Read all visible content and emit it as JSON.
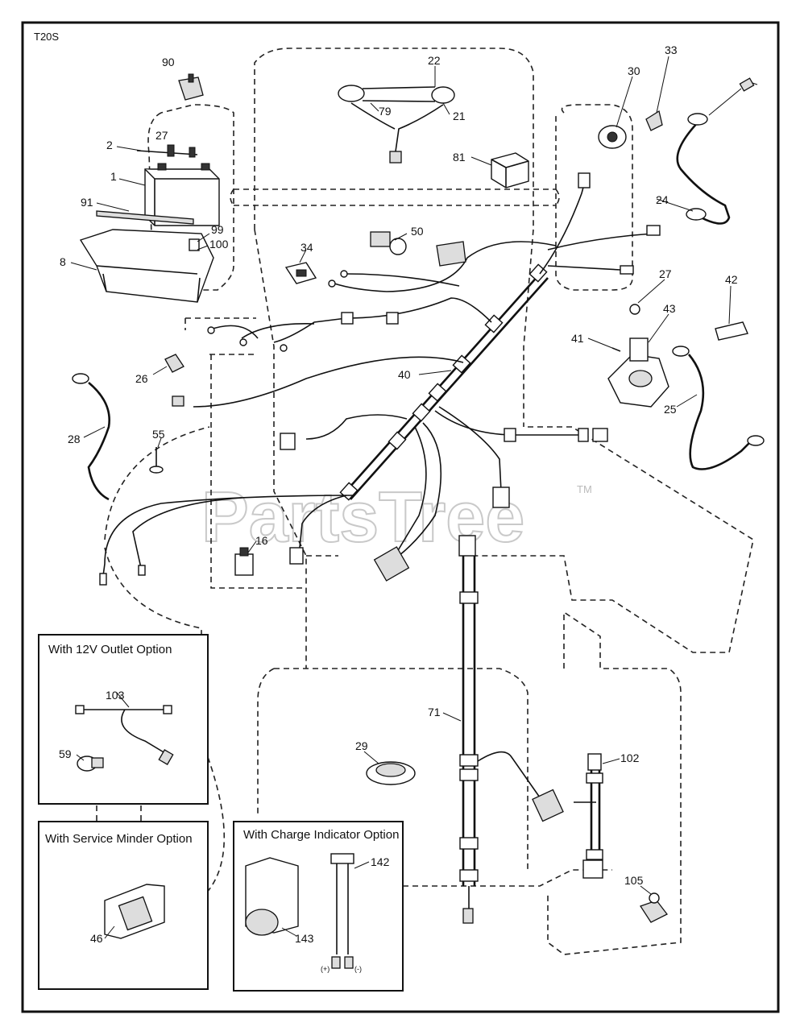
{
  "model_code": "T20S",
  "watermark": "PartsTree",
  "trademark": "TM",
  "option_boxes": {
    "outlet": "With 12V Outlet Option",
    "service_minder": "With Service Minder Option",
    "charge_indicator": "With Charge Indicator Option"
  },
  "callouts": {
    "p90": "90",
    "p22": "22",
    "p30": "30",
    "p33": "33",
    "p27a": "27",
    "p2": "2",
    "p79": "79",
    "p21": "21",
    "p1": "1",
    "p81": "81",
    "p24": "24",
    "p91": "91",
    "p99": "99",
    "p100": "100",
    "p50": "50",
    "p8": "8",
    "p34": "34",
    "p27b": "27",
    "p42": "42",
    "p43": "43",
    "p41": "41",
    "p26": "26",
    "p40": "40",
    "p25": "25",
    "p28": "28",
    "p55": "55",
    "p16": "16",
    "p103": "103",
    "p59": "59",
    "p71": "71",
    "p29": "29",
    "p102": "102",
    "p142": "142",
    "p46": "46",
    "p143": "143",
    "p105": "105"
  },
  "polarity": {
    "plus": "(+)",
    "minus": "(-)"
  }
}
